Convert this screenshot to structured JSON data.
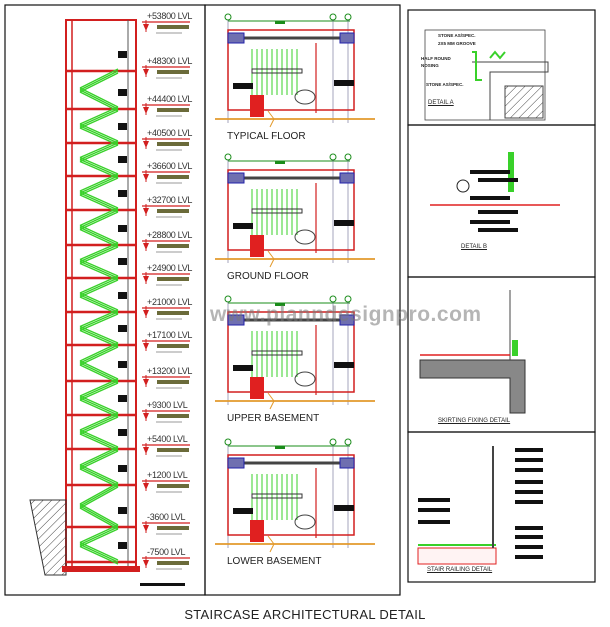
{
  "title": "STAIRCASE ARCHITECTURAL DETAIL",
  "watermark": "www.planndesignpro.com",
  "colors": {
    "structure": "#d21f1f",
    "stair": "#39d12a",
    "dim": "#1a8c1a",
    "tag": "#6b6b3a",
    "column": "#6f6fb0",
    "floor_line": "#e39a2b"
  },
  "section": {
    "levels": [
      "+53800 LVL",
      "+48300 LVL",
      "+44400 LVL",
      "+40500 LVL",
      "+36600 LVL",
      "+32700 LVL",
      "+28800 LVL",
      "+24900 LVL",
      "+21000 LVL",
      "+17100 LVL",
      "+13200 LVL",
      "+9300 LVL",
      "+5400 LVL",
      "+1200 LVL",
      "-3600 LVL",
      "-7500 LVL"
    ]
  },
  "plans": [
    {
      "label": "TYPICAL FLOOR"
    },
    {
      "label": "GROUND FLOOR"
    },
    {
      "label": "UPPER BASEMENT"
    },
    {
      "label": "LOWER BASEMENT"
    }
  ],
  "details": {
    "detail_a": {
      "title": "DETAIL A",
      "notes": [
        "STONE AS/SPEC.",
        "2X5 MM GROOVE",
        "HALF ROUND",
        "NOSING",
        "STONE AS/SPEC."
      ]
    },
    "detail_b": {
      "title": "DETAIL B"
    },
    "skirting": {
      "title": "SKIRTING FIXING DETAIL"
    },
    "railing": {
      "title": "STAIR RAILING DETAIL"
    }
  }
}
